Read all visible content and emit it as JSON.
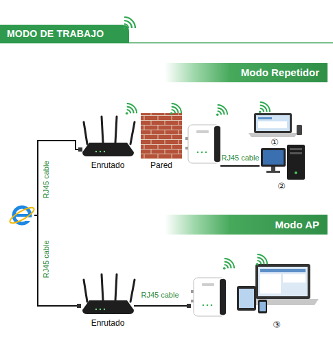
{
  "diagram": {
    "title": "MODO DE TRABAJO",
    "nodes": [
      {
        "text": [
          "Modo Repetidor"
        ]
      },
      {
        "text": [
          "Enrutado"
        ]
      },
      {
        "text": [
          "Pared"
        ]
      },
      {
        "text": [
          "Modo AP"
        ]
      },
      {
        "text": [
          "Enrutado"
        ]
      }
    ],
    "labels": [
      "①",
      "RJ45 cable",
      "RJ45 cable",
      "②",
      "RJ45 cable",
      "RJ45 cable",
      "③"
    ]
  }
}
